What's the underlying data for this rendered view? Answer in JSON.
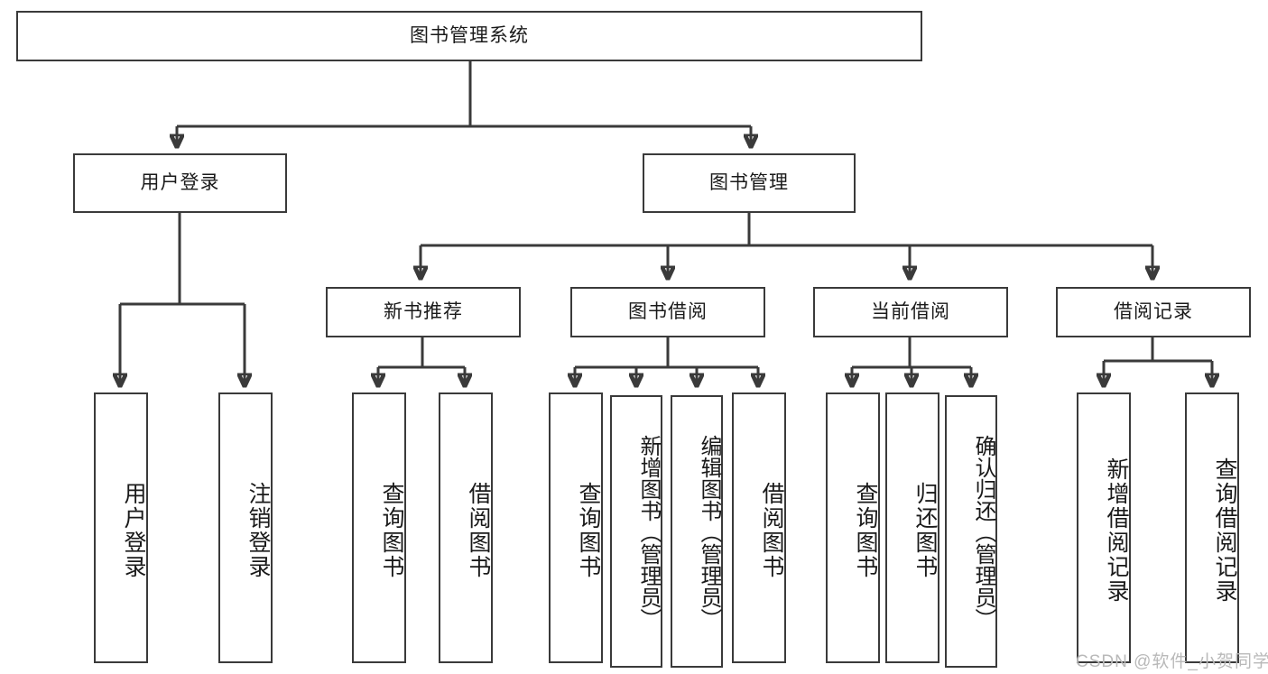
{
  "diagram": {
    "title": "图书管理系统",
    "type": "tree",
    "watermark": "CSDN @软件_小贺同学",
    "colors": {
      "node_border": "#3a3a3a",
      "node_fill": "#ffffff",
      "connector": "#3a3a3a",
      "text": "#1a1a1a",
      "watermark": "#b9b9b9",
      "background": "#ffffff"
    },
    "root": {
      "label": "图书管理系统"
    },
    "level2": [
      {
        "label": "用户登录"
      },
      {
        "label": "图书管理"
      }
    ],
    "level3": [
      {
        "label": "新书推荐"
      },
      {
        "label": "图书借阅"
      },
      {
        "label": "当前借阅"
      },
      {
        "label": "借阅记录"
      }
    ],
    "leaves": {
      "user_login": [
        {
          "label": "用户登录"
        },
        {
          "label": "注销登录"
        }
      ],
      "new_book_recommend": [
        {
          "label": "查询图书"
        },
        {
          "label": "借阅图书"
        }
      ],
      "book_borrow": [
        {
          "label": "查询图书"
        },
        {
          "label": "新增图书（管理员）"
        },
        {
          "label": "编辑图书（管理员）"
        },
        {
          "label": "借阅图书"
        }
      ],
      "current_borrow": [
        {
          "label": "查询图书"
        },
        {
          "label": "归还图书"
        },
        {
          "label": "确认归还（管理员）"
        }
      ],
      "borrow_record": [
        {
          "label": "新增借阅记录"
        },
        {
          "label": "查询借阅记录"
        }
      ]
    }
  }
}
